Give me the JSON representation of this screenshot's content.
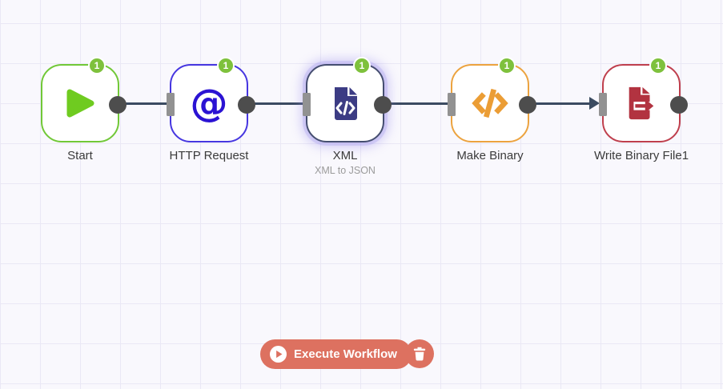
{
  "canvas": {
    "background_color": "#f9f8fd",
    "grid_color": "#eae8f5",
    "connection_color": "#3b4b61"
  },
  "nodes": [
    {
      "label": "Start",
      "badge": "1",
      "icon": "play-icon",
      "accent": "#71c837"
    },
    {
      "label": "HTTP Request",
      "badge": "1",
      "icon": "at-sign-icon",
      "accent": "#4636e0",
      "icon_glyph": "@"
    },
    {
      "label": "XML",
      "badge": "1",
      "icon": "file-code-icon",
      "accent": "#454e70",
      "sublabel": "XML to JSON",
      "selected": true
    },
    {
      "label": "Make Binary",
      "badge": "1",
      "icon": "code-brackets-icon",
      "accent": "#eca33f"
    },
    {
      "label": "Write Binary File1",
      "badge": "1",
      "icon": "file-export-icon",
      "accent": "#bf3f4d"
    }
  ],
  "toolbar": {
    "execute_label": "Execute Workflow",
    "execute_icon": "play-circle-icon",
    "delete_icon": "trash-icon",
    "accent": "#dd7160",
    "badge_color": "#7ec13c"
  }
}
